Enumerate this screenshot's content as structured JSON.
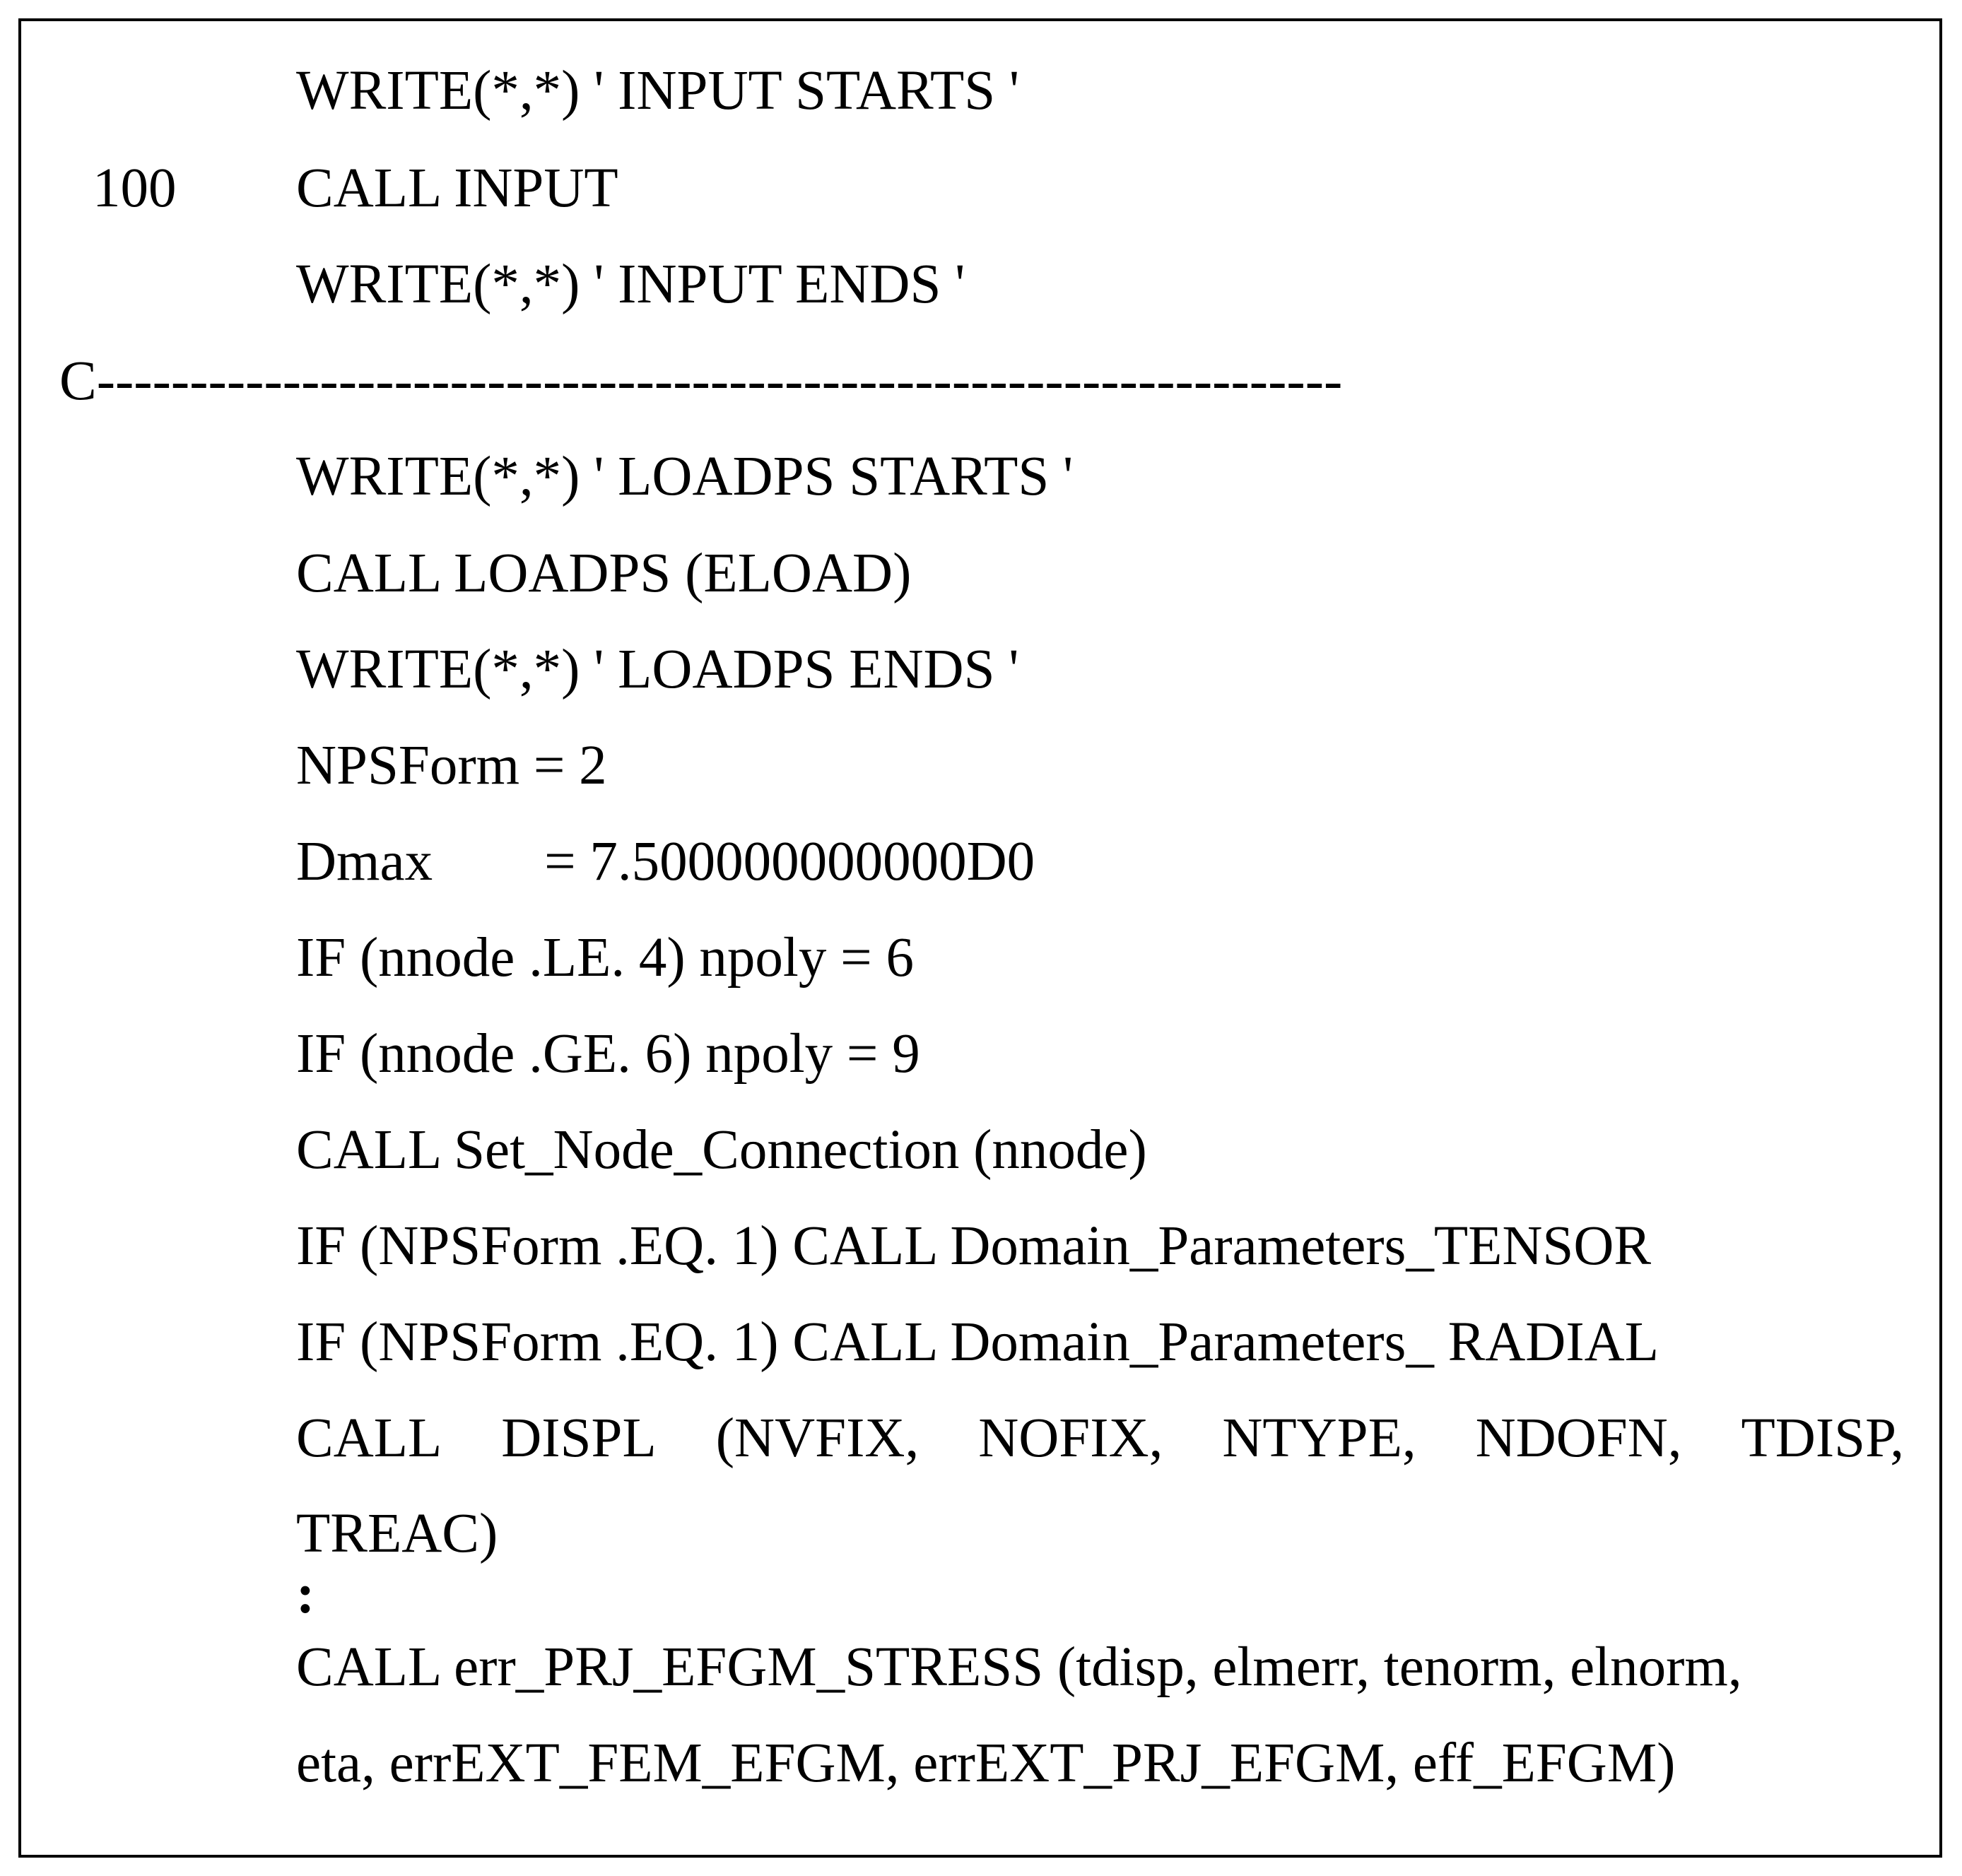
{
  "lines": [
    {
      "label": "",
      "text": "WRITE(*,*) ' INPUT STARTS '"
    },
    {
      "label": "100",
      "text": "CALL INPUT"
    },
    {
      "label": "",
      "text": "WRITE(*,*) ' INPUT ENDS '"
    },
    {
      "label": "",
      "text": "C-------------------------------------------------------------------"
    },
    {
      "label": "",
      "text": "WRITE(*,*) ' LOADPS STARTS '"
    },
    {
      "label": "",
      "text": "CALL LOADPS (ELOAD)"
    },
    {
      "label": "",
      "text": "WRITE(*,*) ' LOADPS ENDS '"
    },
    {
      "label": "",
      "text": "NPSForm = 2"
    },
    {
      "label": "",
      "text": "Dmax        = 7.500000000000D0"
    },
    {
      "label": "",
      "text": "IF (nnode .LE. 4) npoly = 6"
    },
    {
      "label": "",
      "text": "IF (nnode .GE. 6) npoly = 9"
    },
    {
      "label": "",
      "text": "CALL Set_Node_Connection (nnode)"
    },
    {
      "label": "",
      "text": "IF (NPSForm .EQ. 1) CALL Domain_Parameters_TENSOR"
    },
    {
      "label": "",
      "text": "IF (NPSForm .EQ. 1) CALL Domain_Parameters_ RADIAL"
    },
    {
      "label": "",
      "words": [
        "CALL",
        "DISPL",
        "(NVFIX,",
        "NOFIX,",
        "NTYPE,",
        "NDOFN,",
        "TDISP,"
      ]
    },
    {
      "label": "",
      "text": "TREAC)"
    },
    {
      "label": "",
      "text": ":"
    },
    {
      "label": "",
      "text": "CALL err_PRJ_EFGM_STRESS (tdisp, elmerr, tenorm, elnorm,"
    },
    {
      "label": "",
      "text": "eta, errEXT_FEM_EFGM, errEXT_PRJ_EFGM, eff_EFGM)"
    }
  ]
}
